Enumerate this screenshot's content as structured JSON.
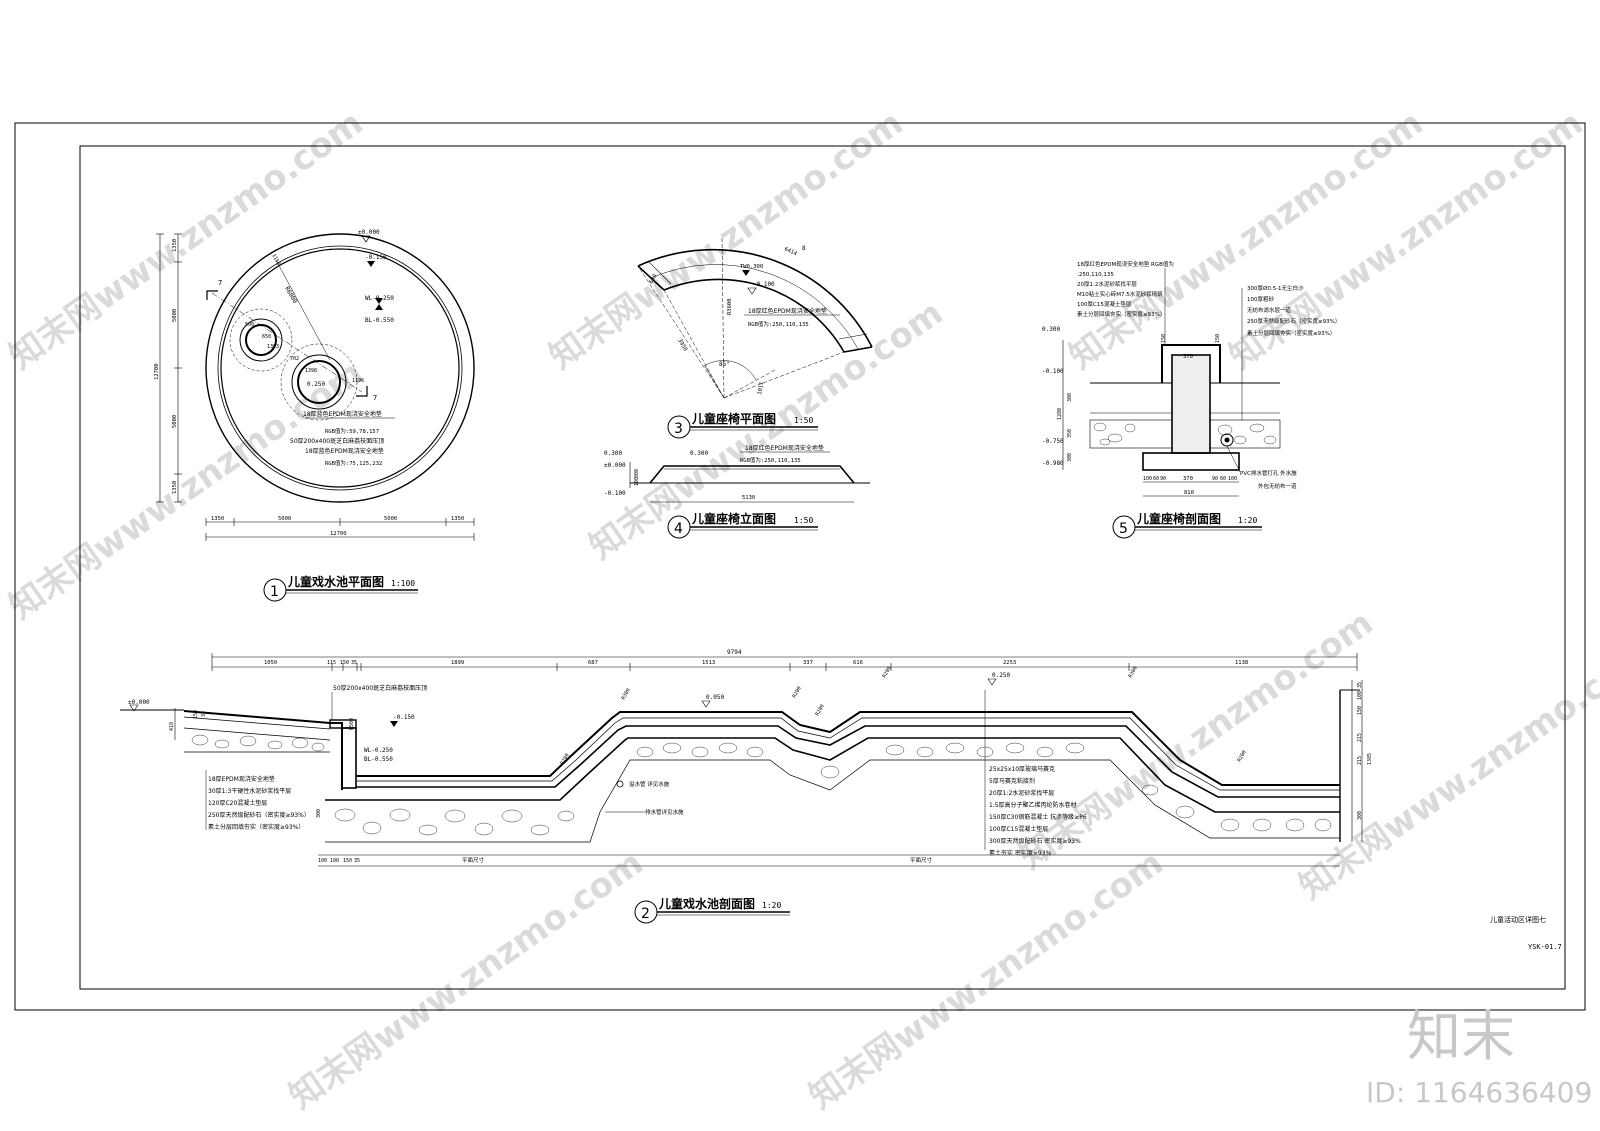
{
  "watermark": {
    "text": "知末网www.znzmo.com"
  },
  "brand": {
    "logo": "知末",
    "id_text": "ID: 1164636409"
  },
  "sheet": {
    "sheet_name": "儿童活动区详图七",
    "sheet_no": "YSK-01.7"
  },
  "views": {
    "plan1": {
      "number": "1",
      "title": "儿童戏水池平面图",
      "scale": "1:100",
      "level_top": "±0.000",
      "level_inner": "-0.150",
      "wl": "WL-0.250",
      "bl": "BL-0.550",
      "section_mark": "7",
      "radius": "R6000",
      "r_small": "0.250",
      "note_1": "18厚蓝色EPDM现浇安全地垫",
      "note_2": "RGB值为:59,78,157",
      "note_3": "50厚200x400斑芝白麻荔枝面压顶",
      "note_4": "18厚蓝色EPDM现浇安全地垫",
      "note_5": "RGB值为:75,125,232",
      "dims_v": [
        "1350",
        "5000",
        "5000",
        "1350"
      ],
      "dim_v_total": "12700",
      "dims_h": [
        "1350",
        "5000",
        "5000",
        "1350"
      ],
      "dim_h_total": "12700",
      "dim_small": [
        "1150",
        "500",
        "650",
        "1393",
        "702",
        "1398",
        "1196"
      ]
    },
    "plan3": {
      "number": "3",
      "title": "儿童座椅平面图",
      "scale": "1:50",
      "tw": "TW0.300",
      "level": "-0.100",
      "note_1": "18厚红色EPDM现浇安全地垫",
      "note_2": "RGB值为:250,110,135",
      "dim_arc": "6414",
      "dim_width": "8",
      "radius": "R3600",
      "dim_a": "650",
      "dim_b": "3950",
      "angle": "85°",
      "dim_c": "1011"
    },
    "elev4": {
      "number": "4",
      "title": "儿童座椅立面图",
      "scale": "1:50",
      "level_a": "0.300",
      "level_b": "±0.000",
      "level_c": "-0.100",
      "level_d": "0.300",
      "note_1": "18厚红色EPDM现浇安全地垫",
      "note_2": "RGB值为:250,110,135",
      "dims_v": [
        "300",
        "100"
      ],
      "dim_total": "5130"
    },
    "sect5": {
      "number": "5",
      "title": "儿童座椅剖面图",
      "scale": "1:20",
      "left_notes": [
        "18厚红色EPDM现浇安全地垫 RGB值为",
        ":250,110,135",
        "20厚1:2水泥砂浆找平层",
        "M10粘土实心砖M7.5水泥砂浆砌筑",
        "100厚C15混凝土垫层",
        "素土分层回填夯实（密实度≥93%）"
      ],
      "right_notes": [
        "300厚Ø0.5-1无尘白沙",
        "100厚粗砂",
        "无纺布滤水层一道",
        "250厚天然级配砂石（密实度≥93%）",
        "素土分层回填夯实（密实度≥93%）"
      ],
      "levels": [
        "0.300",
        "-0.100",
        "-0.750",
        "-0.980"
      ],
      "dims_v": [
        "300",
        "1280",
        "350",
        "300"
      ],
      "dims_top": [
        "150",
        "370",
        "150"
      ],
      "dims_bottom": [
        "100",
        "60",
        "90",
        "370",
        "90",
        "60",
        "100"
      ],
      "dim_total": "810",
      "pipe_note_1": "PVC排水管打孔  外水施",
      "pipe_note_2": "外包无纺布一道"
    },
    "sect2": {
      "number": "2",
      "title": "儿童戏水池剖面图",
      "scale": "1:20",
      "dim_total": "9794",
      "dims_top": [
        "1050",
        "115",
        "150",
        "35",
        "1899",
        "687",
        "1513",
        "337",
        "616",
        "2253",
        "1138"
      ],
      "levels": [
        "±0.000",
        "-0.150",
        "0.050",
        "0.250"
      ],
      "wl": "WL-0.250",
      "bl": "BL-0.550",
      "coping": "50厚200x400斑芝白麻荔枝面压顶",
      "radii": [
        "R500",
        "R200",
        "R300",
        "R200",
        "R200",
        "R200",
        "R300",
        "R200"
      ],
      "left_notes": [
        "18厚EPDM现浇安全地垫",
        "30厚1:3干硬性水泥砂浆找平层",
        "120厚C20混凝土垫层",
        "250厚天然级配砂石（密实度≥93%）",
        "素土分层回填夯实（密实度≥93%）"
      ],
      "mid_note_1": "溢水管 详见水施",
      "mid_note_2": "排水管详见水施",
      "right_notes": [
        "25x25x10厚玻璃马赛克",
        "5厚马赛克粘接剂",
        "20厚1:2水泥砂浆找平层",
        "1.5厚高分子聚乙烯丙纶防水卷材",
        "150厚C30钢筋混凝土 抗渗等级≥P6",
        "100厚C15混凝土垫层",
        "300厚天然级配砂石 密实度≥93%",
        "素土夯实 密实度≥93%"
      ],
      "dims_left": [
        "418",
        "150",
        "35",
        "300"
      ],
      "dims_right": [
        "35",
        "100",
        "150",
        "215",
        "215",
        "1385",
        "300"
      ],
      "dims_bottom": [
        "100",
        "100",
        "150",
        "35"
      ],
      "plan_dim_1": "平面尺寸",
      "plan_dim_2": "平面尺寸"
    }
  }
}
